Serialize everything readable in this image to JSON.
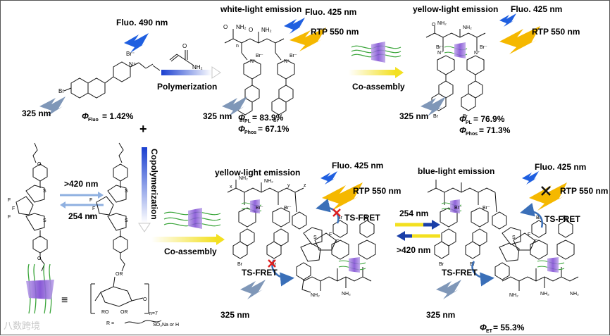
{
  "labels": {
    "fluo_490": "Fluo. 490 nm",
    "fluo_425": "Fluo. 425 nm",
    "rtp_550": "RTP 550 nm",
    "nm_325": "325 nm",
    "nm_420": ">420 nm",
    "nm_254": "254 nm",
    "white_light": "white-light emission",
    "yellow_light": "yellow-light emission",
    "blue_light": "blue-light emission",
    "polymerization": "Polymerization",
    "co_assembly": "Co-assembly",
    "copolymerization": "Copolymerization",
    "ts_fret": "TS-FRET",
    "plus": "+",
    "equiv": "≡",
    "n7": "n=7"
  },
  "quantum_yields": {
    "phi_fluo": "= 1.42%",
    "phi_pl_white": "= 83.9%",
    "phi_phos_white": "= 67.1%",
    "phi_pl_yellow": "= 76.9%",
    "phi_phos_yellow": "= 71.3%",
    "phi_et": "= 55.3%"
  },
  "symbols": {
    "phi": "Φ",
    "sub_fluo": "Fluo",
    "sub_pl": "PL",
    "sub_phos": "Phos",
    "sub_et": "ET"
  },
  "chem": {
    "br": "Br",
    "br_minus": "Br⁻",
    "n_plus": "N⁺",
    "nh2": "NH₂",
    "o": "O",
    "s": "S",
    "f": "F",
    "or": "OR",
    "ro": "RO",
    "r_def": "R =",
    "so3na_or_h": "SO₃Na or H",
    "n": "n",
    "x": "x",
    "y": "y",
    "z": "z"
  },
  "watermark": "八数跨境",
  "colors": {
    "blue_bolt": "#1f5fe0",
    "yellow_bolt": "#f5b800",
    "grey_bolt": "#7f97b8",
    "cd_purple": "#8a55d6",
    "chain_green": "#3aa53a",
    "red_x": "#e02020",
    "arrow_blue": "#1a3fa8",
    "arrow_yellow": "#f3e020"
  }
}
